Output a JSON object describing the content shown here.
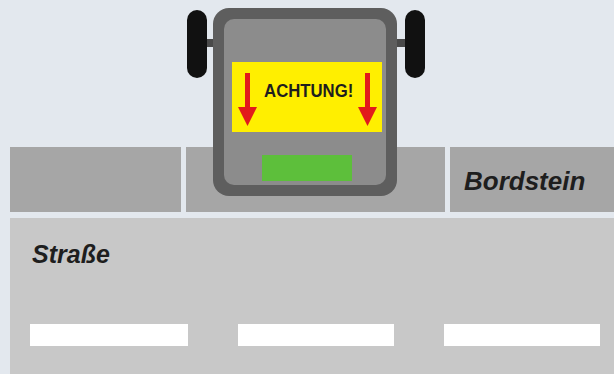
{
  "diagram": {
    "nodes": [
      {
        "text": [
          "ACHTUNG!"
        ]
      },
      {
        "text": [
          "Bordstein"
        ]
      },
      {
        "text": [
          "Straße"
        ]
      }
    ]
  }
}
